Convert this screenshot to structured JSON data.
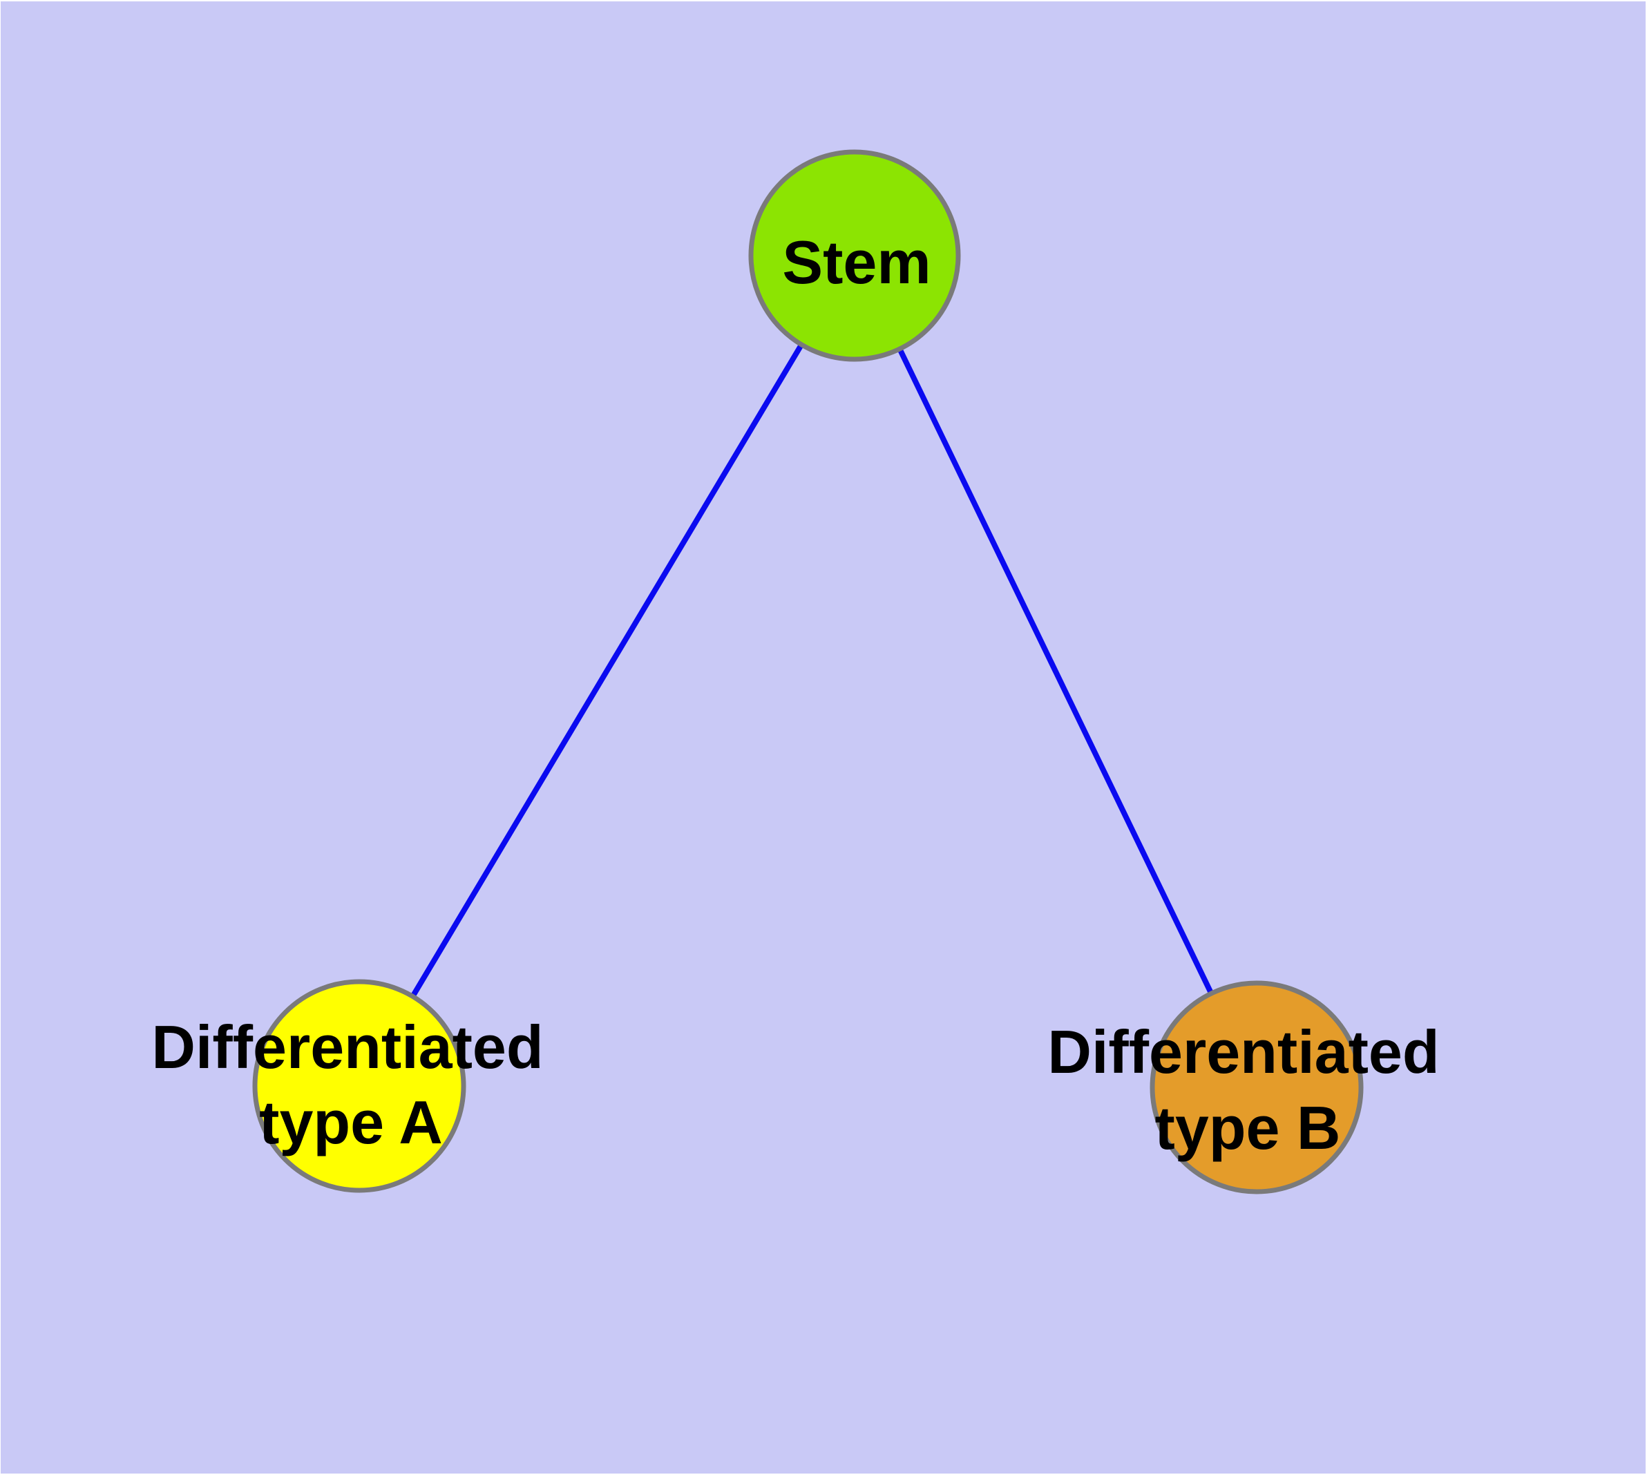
{
  "diagram": {
    "type": "node-link-graph",
    "node_count": 3,
    "edge_count": 2
  },
  "colors": {
    "background": "#C9C9F6",
    "page_margin": "#FFFFFF",
    "edge": "#0A0AF0",
    "node_border": "#7A7A7A",
    "label_text": "#000000",
    "stem_fill": "#8CE402",
    "type_a_fill": "#FFFF00",
    "type_b_fill": "#E49C2A"
  },
  "nodes": {
    "stem": {
      "label": "Stem",
      "fill": "#8CE402"
    },
    "type_a": {
      "label_lines": [
        "Differentiated",
        "type A"
      ],
      "fill": "#FFFF00"
    },
    "type_b": {
      "label_lines": [
        "Differentiated",
        "type B"
      ],
      "fill": "#E49C2A"
    }
  },
  "edges": [
    {
      "from": "Stem",
      "to": "Differentiated type A"
    },
    {
      "from": "Stem",
      "to": "Differentiated type B"
    }
  ]
}
